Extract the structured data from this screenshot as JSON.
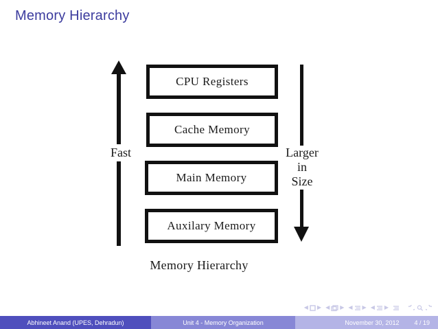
{
  "slide": {
    "title": "Memory Hierarchy"
  },
  "figure": {
    "caption": "Memory Hierarchy",
    "levels": [
      {
        "label": "CPU Registers"
      },
      {
        "label": "Cache Memory"
      },
      {
        "label": "Main Memory"
      },
      {
        "label": "Auxilary Memory"
      }
    ],
    "left_axis": {
      "label": "Fast",
      "direction": "up"
    },
    "right_axis": {
      "line1": "Larger",
      "line2": "in",
      "line3": "Size",
      "direction": "down"
    }
  },
  "navigation": {
    "items": [
      "previous-frame-icon",
      "previous-slide-icon",
      "previous-subsection-icon",
      "previous-section-icon",
      "table-of-contents-icon",
      "back-icon",
      "search-icon",
      "forward-icon"
    ]
  },
  "footer": {
    "author": "Abhineet Anand  (UPES, Dehradun)",
    "title": "Unit 4 - Memory Organization",
    "date": "November 30, 2012",
    "page": "4 / 19"
  },
  "colors": {
    "title_blue": "#3c3c9e",
    "footer_dark": "#4f4fbd",
    "footer_mid": "#8787d6",
    "footer_light": "#b4b4e6",
    "diagram_black": "#111111"
  }
}
